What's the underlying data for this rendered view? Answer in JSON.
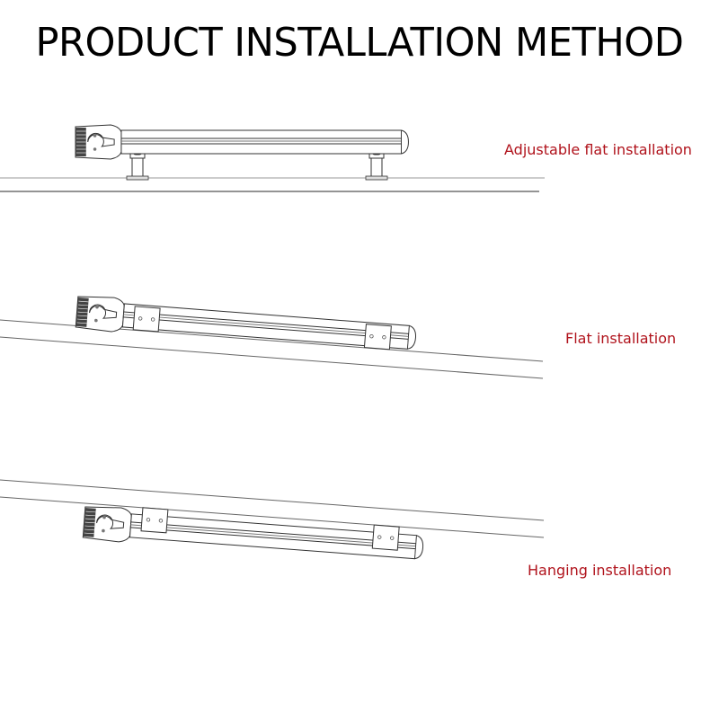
{
  "title": "PRODUCT INSTALLATION METHOD",
  "methods": [
    {
      "label": "Adjustable flat installation",
      "color": "#b0121b"
    },
    {
      "label": "Flat installation",
      "color": "#b0121b"
    },
    {
      "label": "Hanging installation",
      "color": "#b0121b"
    }
  ],
  "colors": {
    "label": "#b0121b",
    "line": "#555555",
    "text": "#000000"
  }
}
